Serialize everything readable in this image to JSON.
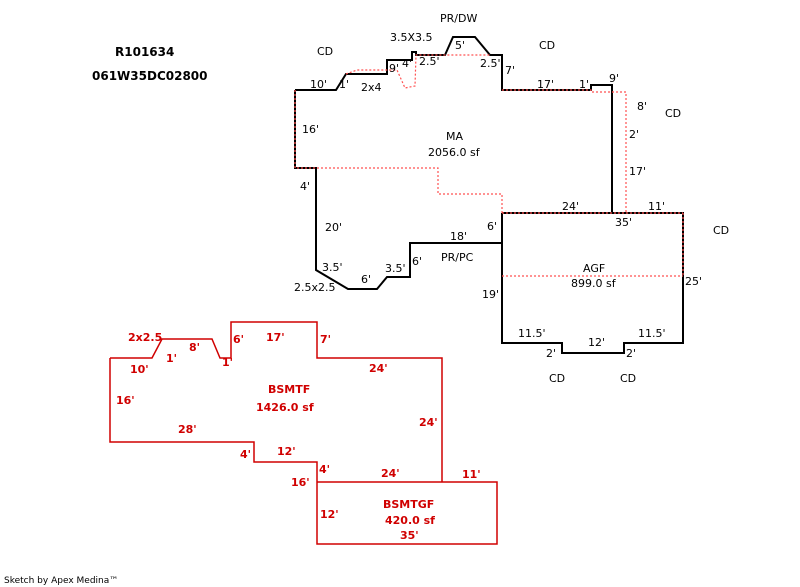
{
  "header": {
    "parcel_id": "R101634",
    "map_number": "061W35DC02800"
  },
  "footer": {
    "credit": "Sketch by Apex Medina™"
  },
  "colors": {
    "outline": "#000000",
    "basement": "#d00000",
    "dotted": "#ff5050"
  },
  "areas": {
    "main": {
      "code": "MA",
      "area": "2056.0 sf"
    },
    "garage": {
      "code": "AGF",
      "area": "899.0 sf"
    },
    "basement": {
      "code": "BSMTF",
      "area": "1426.0 sf"
    },
    "basement_garage": {
      "code": "BSMTGF",
      "area": "420.0 sf"
    }
  },
  "features": {
    "pr_dw": "PR/DW",
    "pr_pc": "PR/PC",
    "cd": "CD",
    "bay_top": "3.5X3.5",
    "bay_bottom": "2.5x2.5",
    "bay_side": "2x4",
    "bsmt_bay": "2x2.5"
  },
  "upper_dims": {
    "d10": "10'",
    "d1a": "1'",
    "d9": "9'",
    "d4": "4'",
    "d25a": "2.5'",
    "d5": "5'",
    "d25b": "2.5'",
    "d7": "7'",
    "d17": "17'",
    "d1b": "1'",
    "d9b": "9'",
    "d8": "8'",
    "d2": "2'",
    "d17b": "17'",
    "d16": "16'",
    "d4b": "4'",
    "d20": "20'",
    "d35a": "3.5'",
    "d6a": "6'",
    "d35b": "3.5'",
    "d6b": "6'",
    "d18": "18'",
    "d6c": "6'",
    "d24": "24'",
    "d11": "11'",
    "d35": "35'",
    "d19": "19'",
    "d25": "25'",
    "d115a": "11.5'",
    "d2b": "2'",
    "d12": "12'",
    "d2c": "2'",
    "d115b": "11.5'"
  },
  "lower_dims": {
    "d17": "17'",
    "d7": "7'",
    "d6": "6'",
    "d8": "8'",
    "d1a": "1'",
    "d1b": "1'",
    "d10": "10'",
    "d24a": "24'",
    "d16": "16'",
    "d28": "28'",
    "d24b": "24'",
    "d4a": "4'",
    "d12a": "12'",
    "d4b": "4'",
    "d24c": "24'",
    "d11": "11'",
    "d16b": "16'",
    "d12b": "12'",
    "d35": "35'"
  }
}
